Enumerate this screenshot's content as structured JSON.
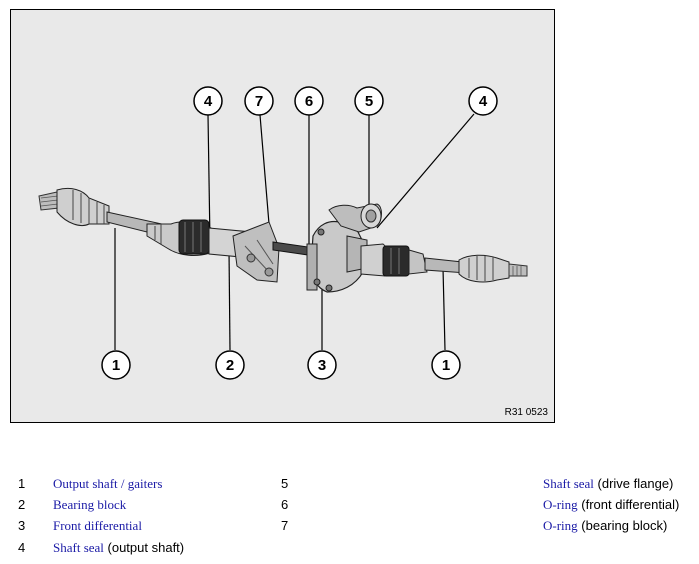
{
  "figure": {
    "reference_code": "R31 0523",
    "callouts": [
      "4",
      "7",
      "6",
      "5",
      "4",
      "1",
      "2",
      "3",
      "1"
    ]
  },
  "legend": [
    {
      "num": "1",
      "link": "Output shaft / gaiters",
      "rest": ""
    },
    {
      "num": "2",
      "link": "Bearing block",
      "rest": ""
    },
    {
      "num": "3",
      "link": "Front differential",
      "rest": ""
    },
    {
      "num": "4",
      "link": "Shaft seal",
      "rest": " (output shaft)"
    },
    {
      "num": "5",
      "link": "Shaft seal",
      "rest": " (drive flange)"
    },
    {
      "num": "6",
      "link": "O-ring",
      "rest": " (front differential)"
    },
    {
      "num": "7",
      "link": "O-ring",
      "rest": " (bearing block)"
    }
  ]
}
